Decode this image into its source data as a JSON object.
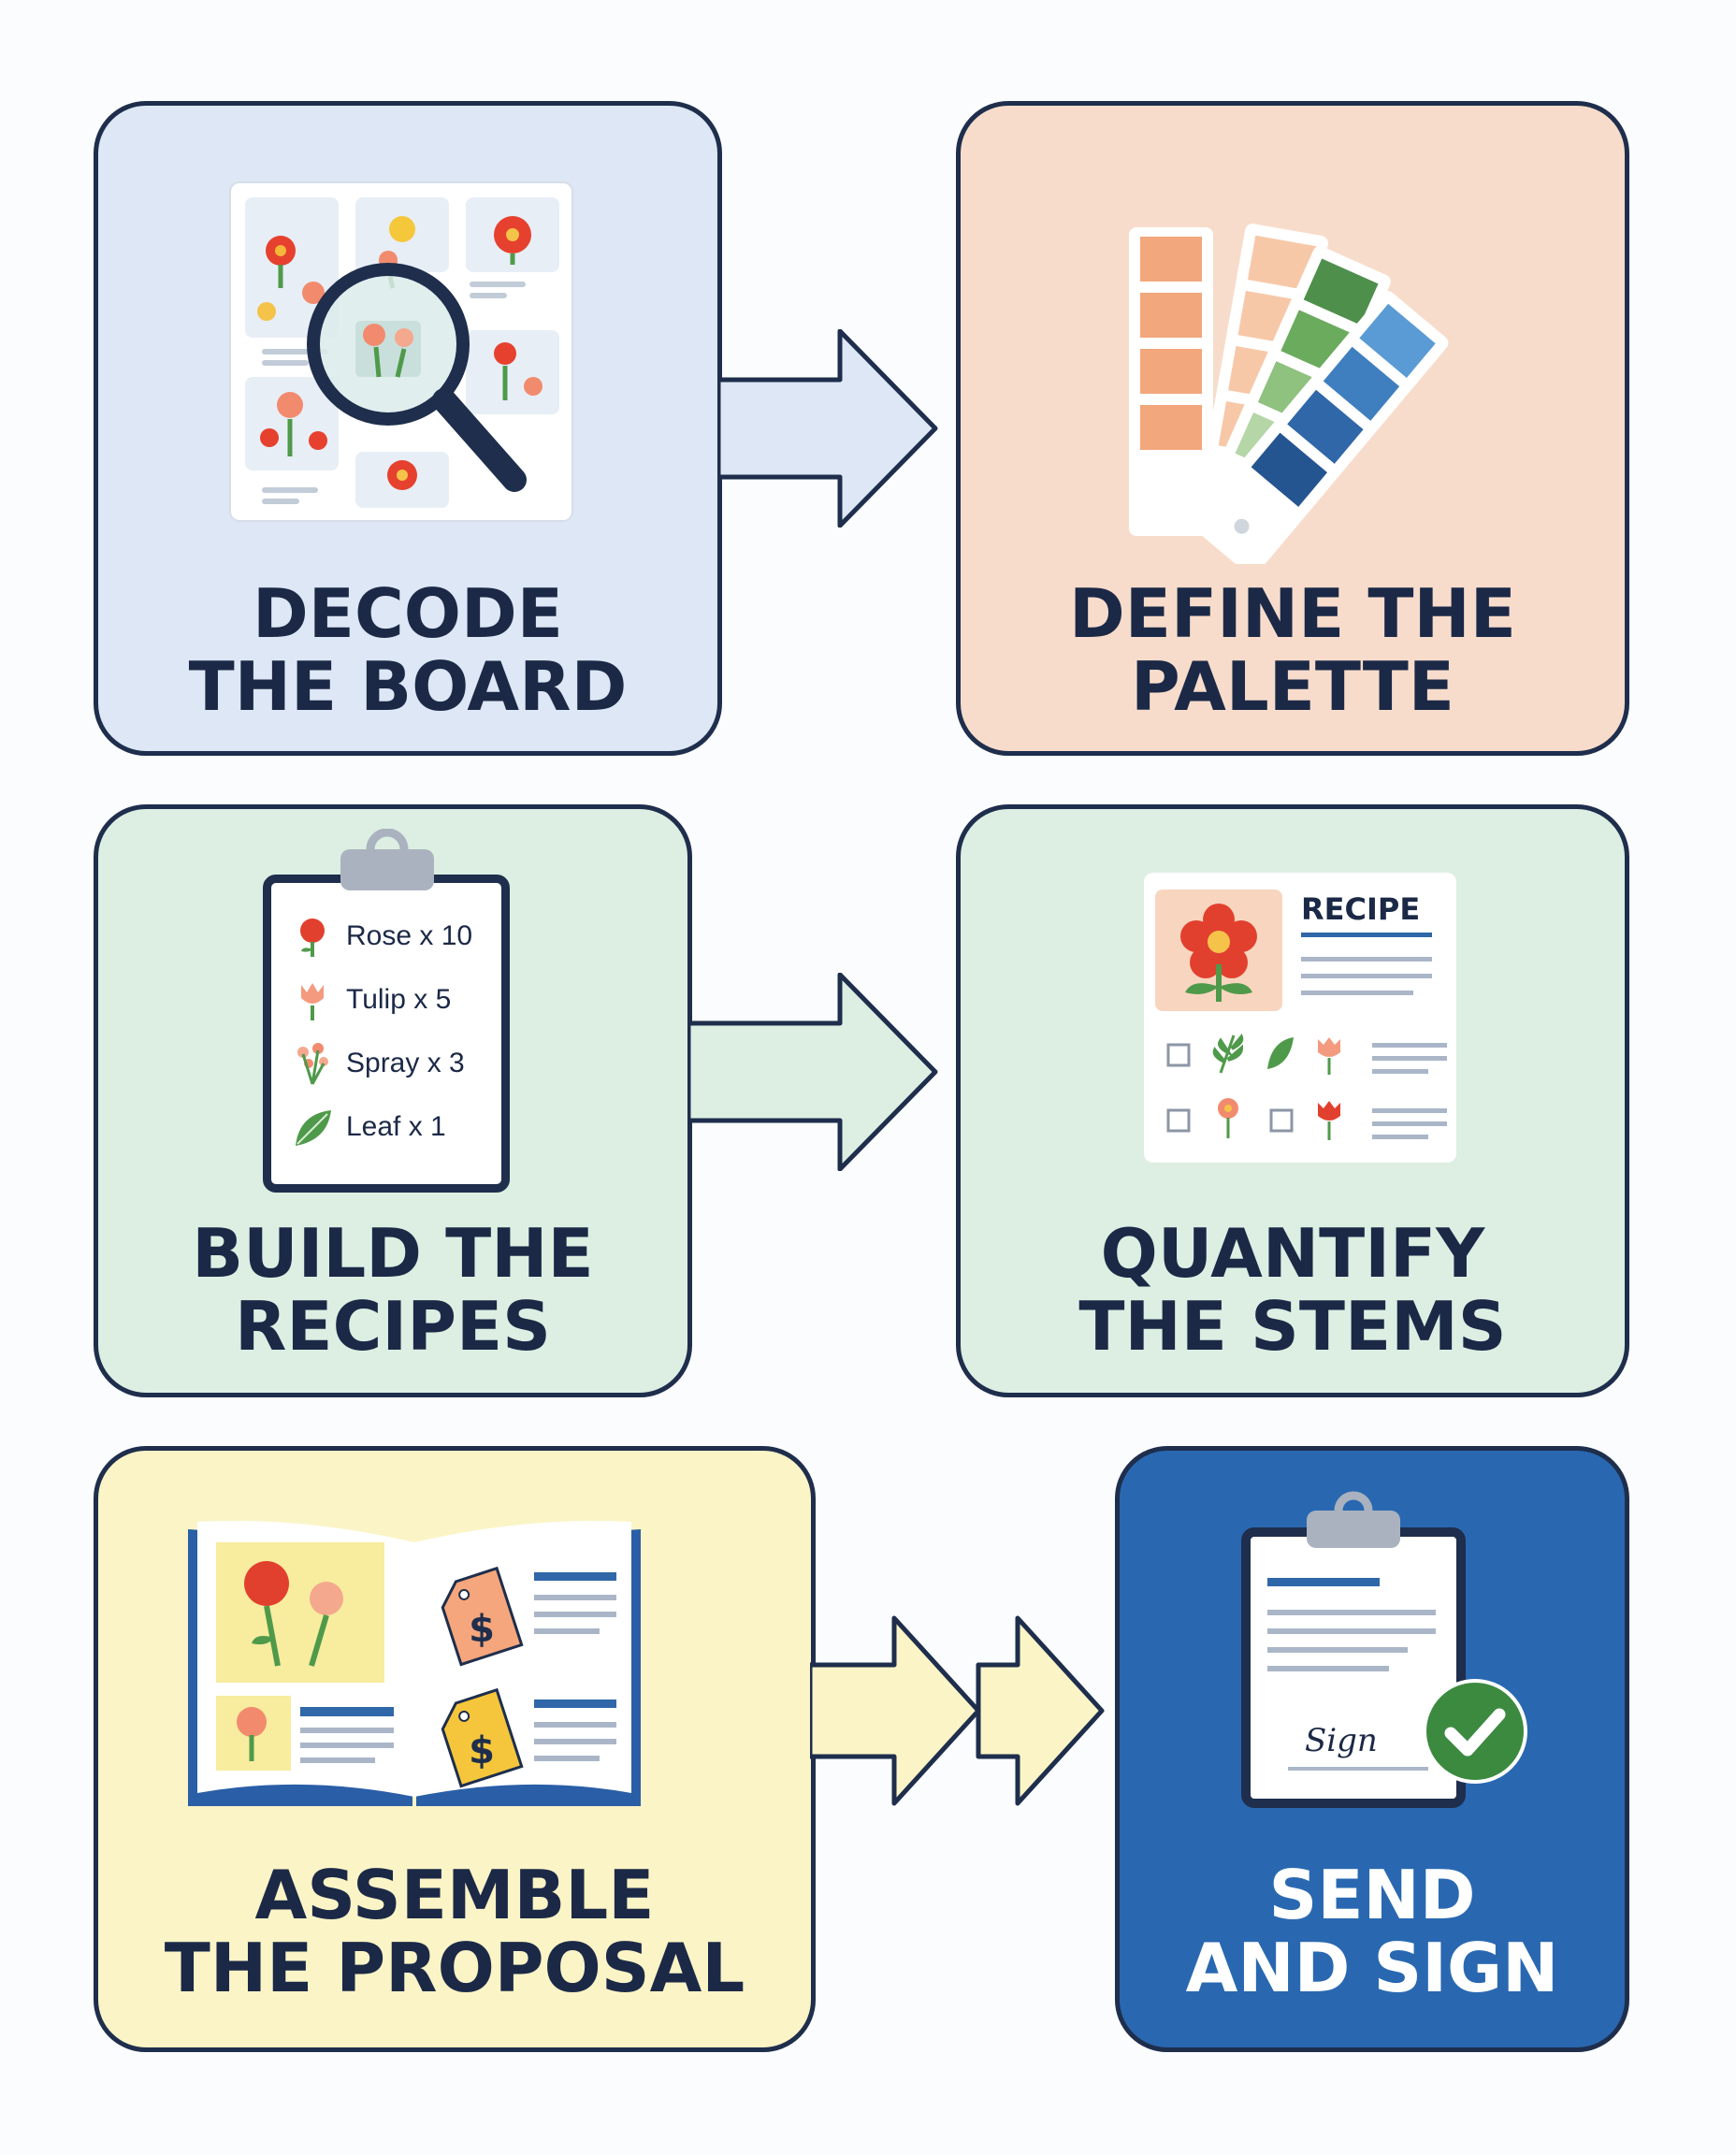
{
  "steps": [
    {
      "id": "decode",
      "line1": "DECODE",
      "line2": "THE BOARD",
      "bg": "#dde7f5"
    },
    {
      "id": "palette",
      "line1": "DEFINE THE",
      "line2": "PALETTE",
      "bg": "#f8dccb"
    },
    {
      "id": "recipes",
      "line1": "BUILD THE",
      "line2": "RECIPES",
      "bg": "#dcefe2"
    },
    {
      "id": "stems",
      "line1": "QUANTIFY",
      "line2": "THE STEMS",
      "bg": "#dcefe2"
    },
    {
      "id": "proposal",
      "line1": "ASSEMBLE",
      "line2": "THE PROPOSAL",
      "bg": "#fbf4c6"
    },
    {
      "id": "sign",
      "line1": "SEND",
      "line2": "AND SIGN",
      "bg": "#2968b1"
    }
  ],
  "clipboard_list": [
    {
      "label": "Rose x 10",
      "icon": "rose-icon"
    },
    {
      "label": "Tulip x 5",
      "icon": "tulip-icon"
    },
    {
      "label": "Spray x 3",
      "icon": "spray-flower-icon"
    },
    {
      "label": "Leaf x 1",
      "icon": "leaf-icon"
    }
  ],
  "recipe_card": {
    "title": "RECIPE"
  },
  "price_tag_symbol": "$",
  "signature_text": "Sign",
  "colors": {
    "outline": "#1e2e4c",
    "text_dark": "#1b2947",
    "text_light": "#ffffff",
    "check_green": "#3c8a3f"
  }
}
